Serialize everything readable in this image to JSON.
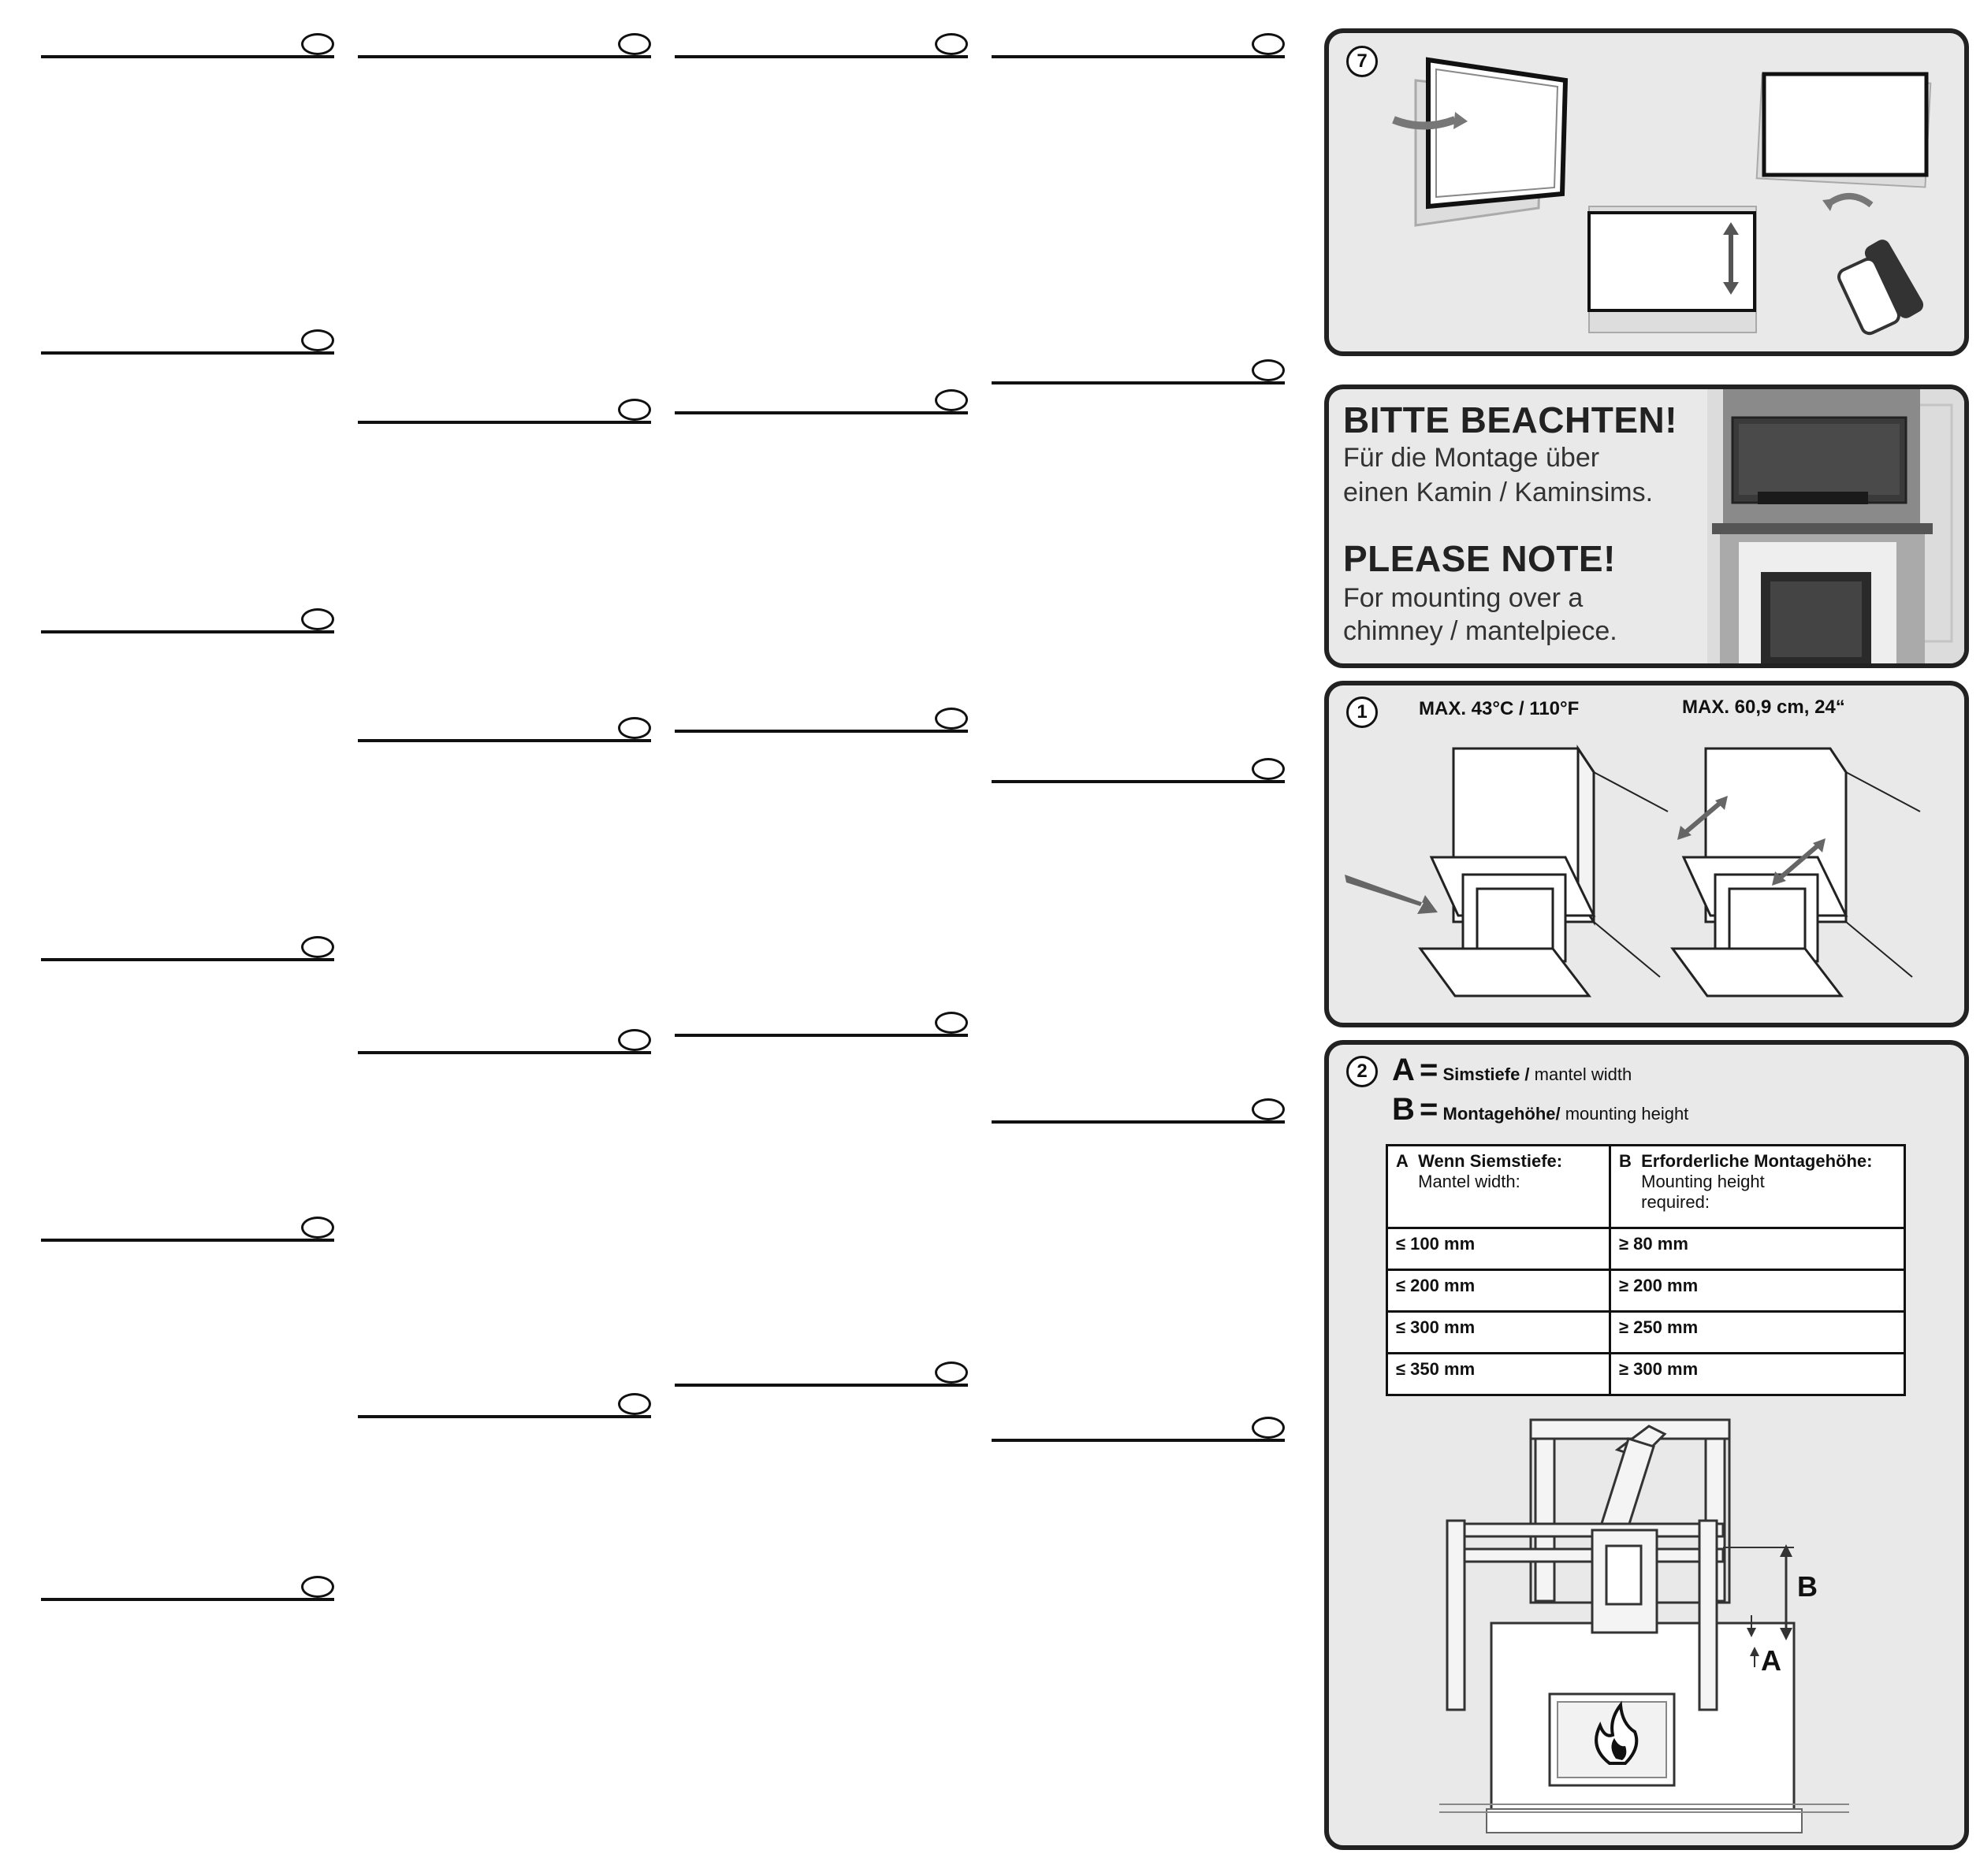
{
  "step7": {
    "number": "7"
  },
  "note": {
    "title_de": "BITTE BEACHTEN!",
    "text_de_1": "Für die Montage über",
    "text_de_2": "einen Kamin / Kaminsims.",
    "title_en": "PLEASE NOTE!",
    "text_en_1": "For mounting over a",
    "text_en_2": "chimney / mantelpiece."
  },
  "step1": {
    "number": "1",
    "max_temp": "MAX.  43°C / 110°F",
    "max_size": "MAX.  60,9 cm, 24“"
  },
  "step2": {
    "number": "2",
    "def_a_letter": "A",
    "def_a_de": "Simstiefe /",
    "def_a_en": "mantel width",
    "def_b_letter": "B",
    "def_b_de": "Montagehöhe/",
    "def_b_en": "mounting height",
    "eq": "=",
    "table": {
      "header_a_letter": "A",
      "header_a_de": "Wenn Siemstiefe:",
      "header_a_en": "Mantel width:",
      "header_b_letter": "B",
      "header_b_de": "Erforderliche Montagehöhe:",
      "header_b_en_1": "Mounting height",
      "header_b_en_2": "required:",
      "rows": [
        {
          "a": "≤ 100 mm",
          "b": "≥ 80 mm"
        },
        {
          "a": "≤ 200 mm",
          "b": "≥ 200 mm"
        },
        {
          "a": "≤ 300 mm",
          "b": "≥ 250 mm"
        },
        {
          "a": "≤ 350 mm",
          "b": "≥ 300 mm"
        }
      ]
    },
    "label_b": "B",
    "label_a": "A"
  },
  "colors": {
    "panel_bg": "#e9e9e9",
    "border": "#222222"
  }
}
